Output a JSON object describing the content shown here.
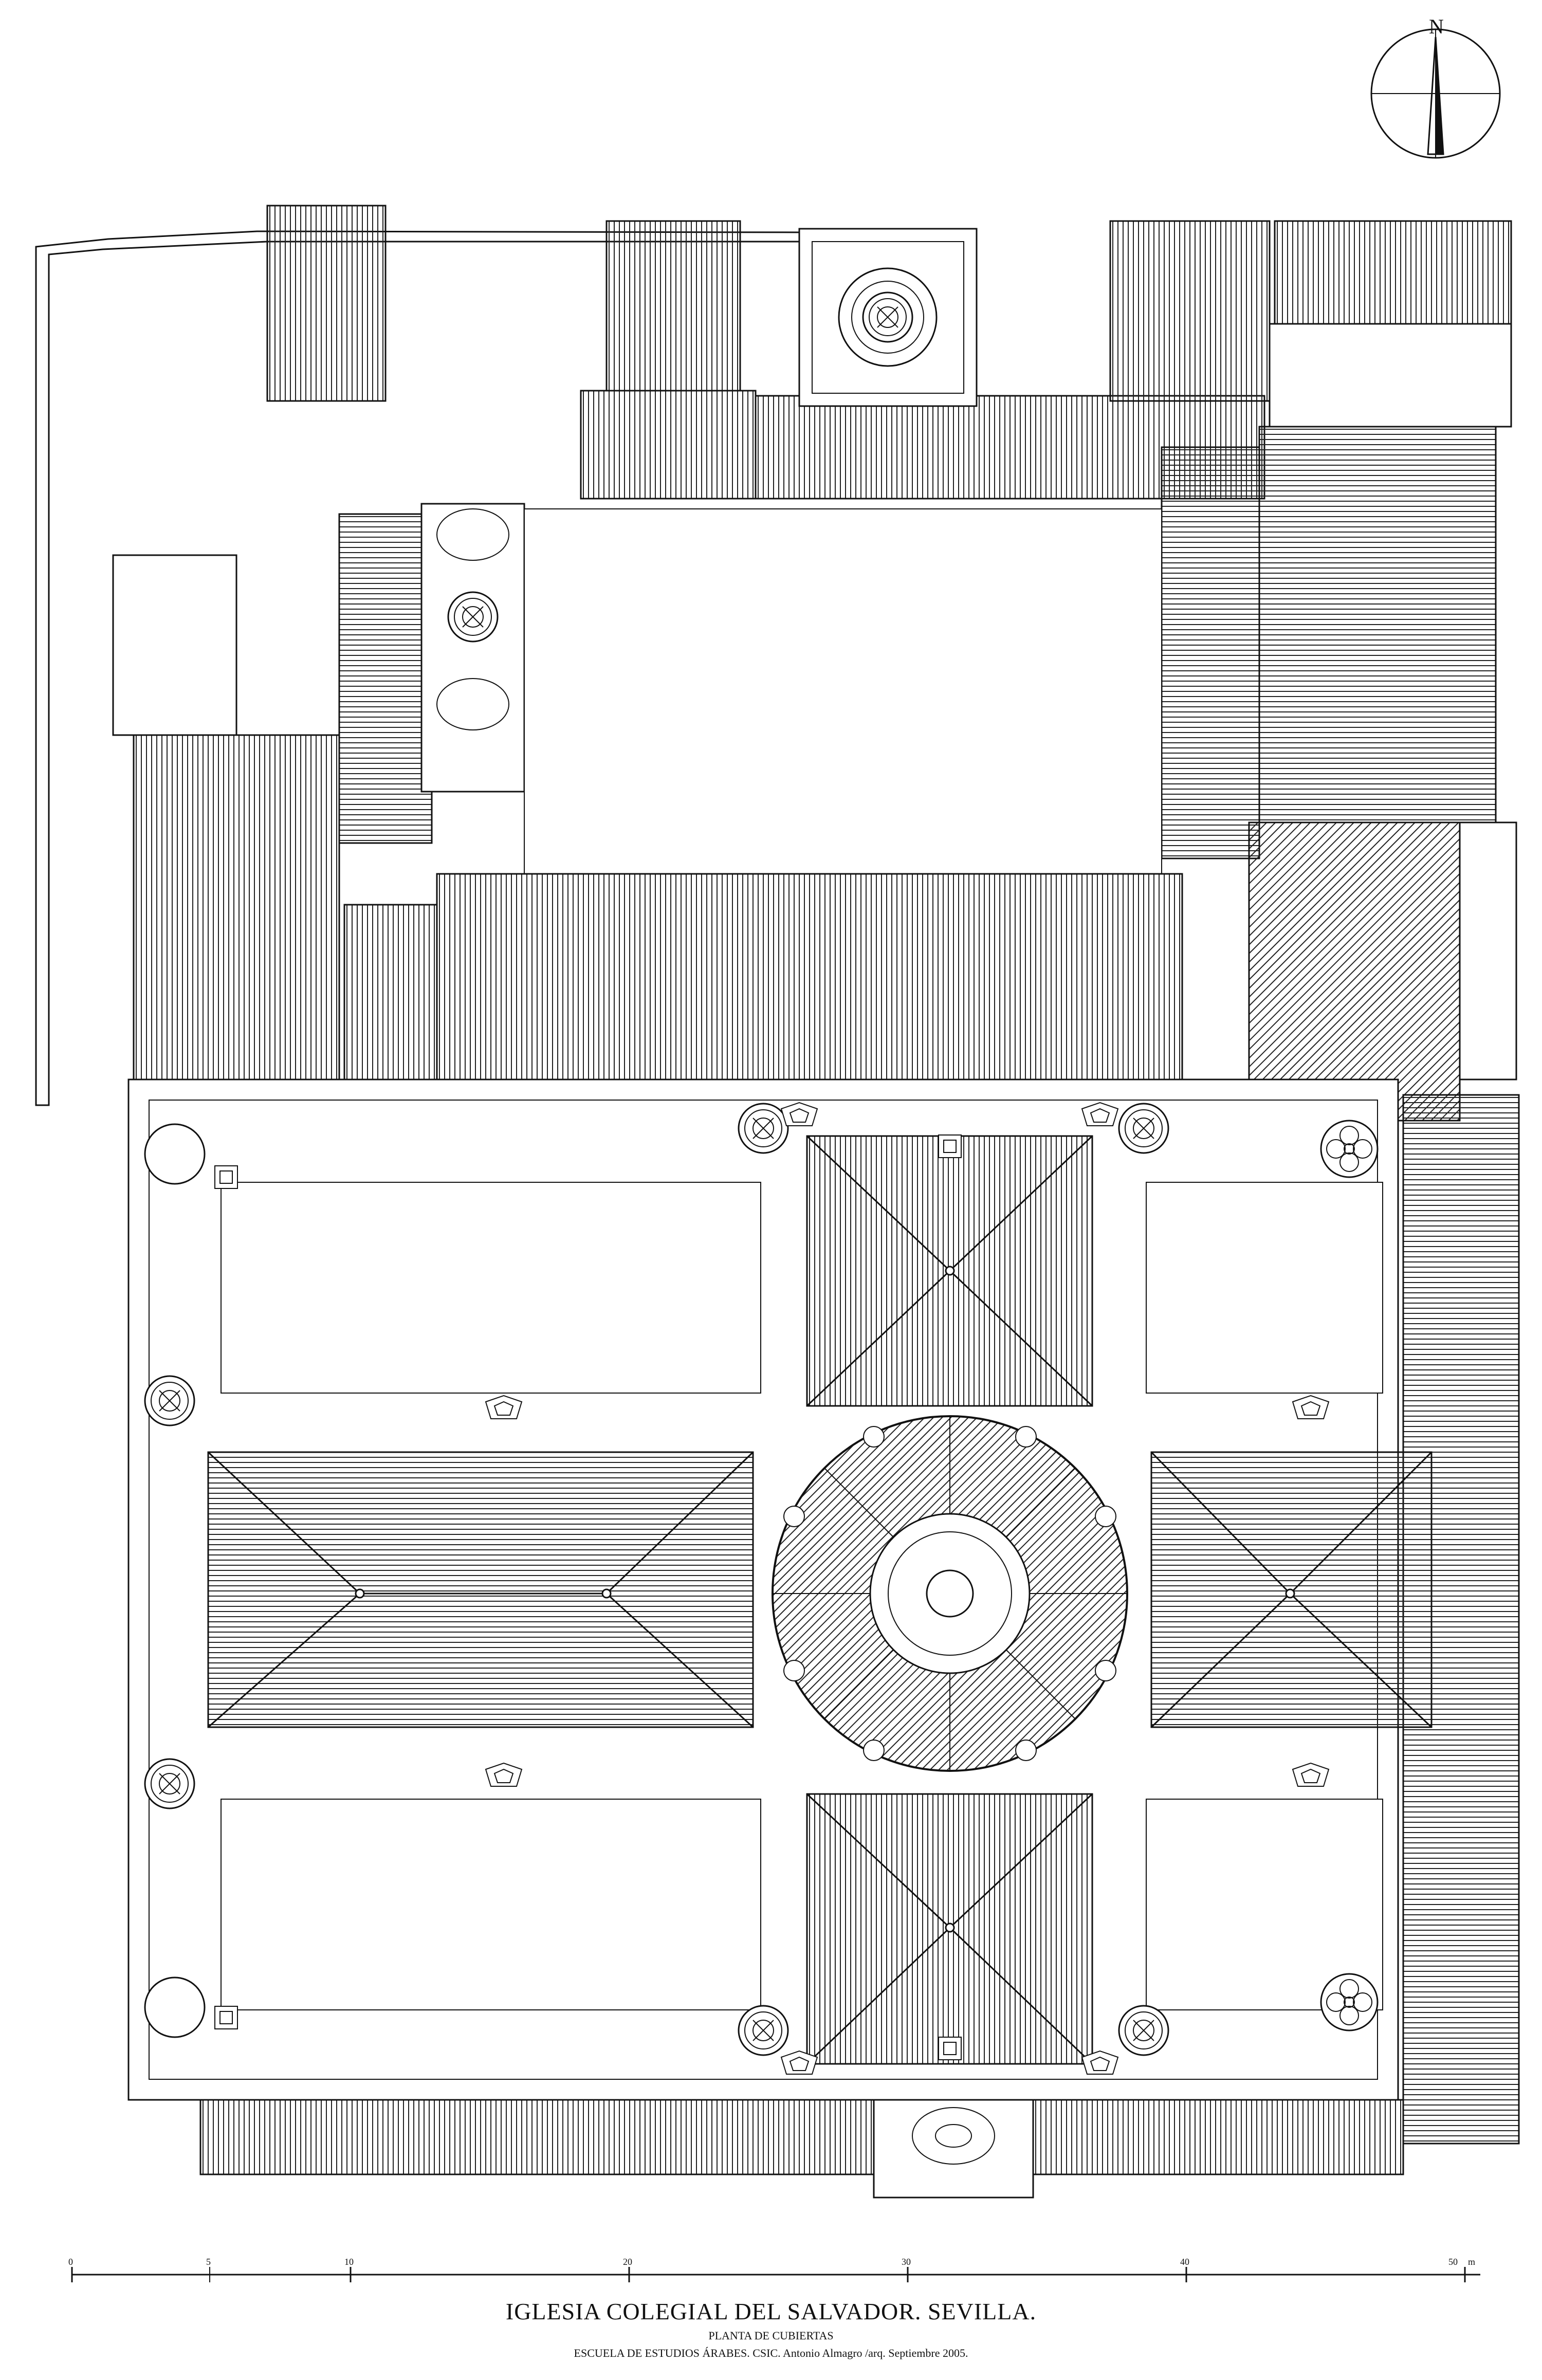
{
  "title": "IGLESIA COLEGIAL DEL SALVADOR. SEVILLA.",
  "subtitle": "PLANTA DE CUBIERTAS",
  "credit": "ESCUELA DE ESTUDIOS ÁRABES. CSIC. Antonio Almagro /arq. Septiembre 2005.",
  "compass": {
    "label": "N"
  },
  "scale": {
    "ticks": [
      "0",
      "5",
      "10",
      "20",
      "30",
      "40"
    ],
    "end_label": "50",
    "unit": "m"
  },
  "colors": {
    "ink": "#111111",
    "paper": "#ffffff"
  }
}
